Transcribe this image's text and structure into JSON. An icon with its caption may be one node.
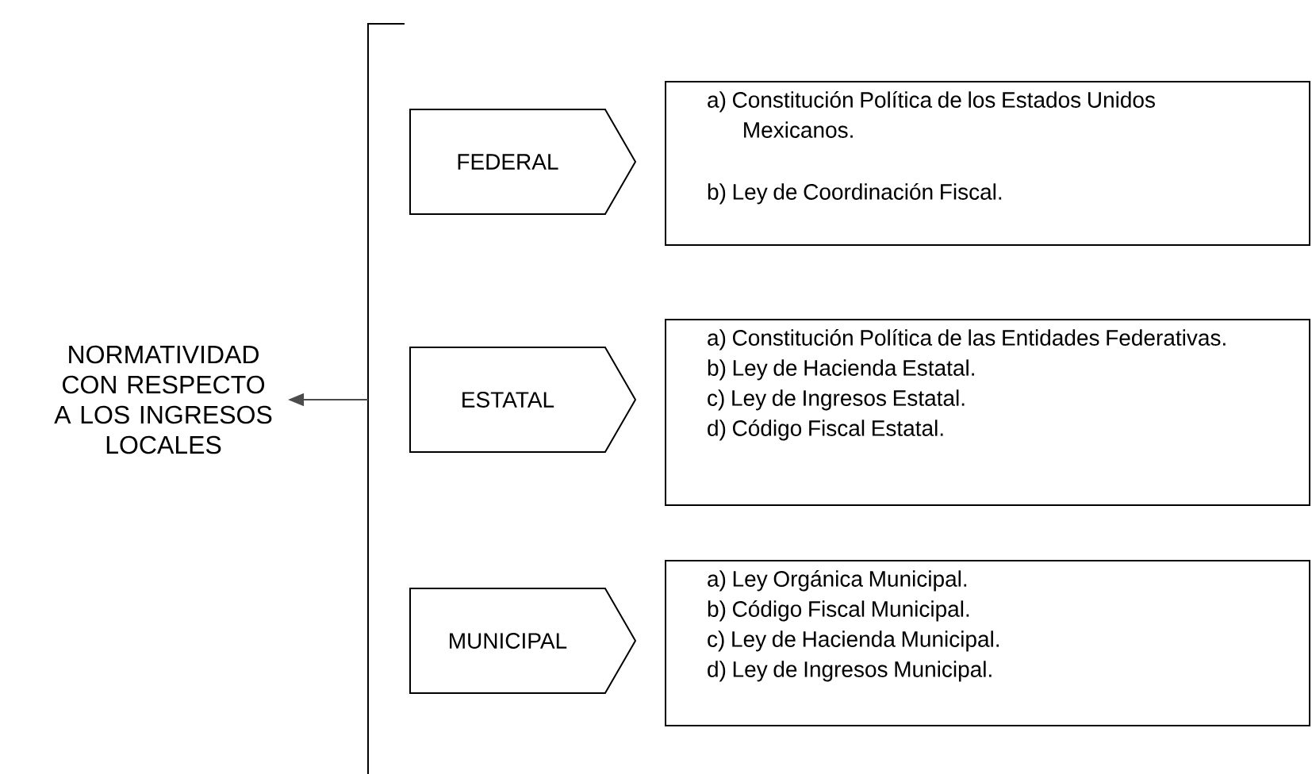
{
  "diagram": {
    "nodes": [
      {
        "text": [
          "NORMATIVIDAD CON RESPECTO A LOS INGRESOS LOCALES"
        ]
      },
      {
        "text": [],
        "shape": "bracket"
      },
      {
        "text": [
          "FEDERAL"
        ]
      },
      {
        "text": [
          "a) Constitución Política de los Estados Unidos Mexicanos.",
          "b) Ley de Coordinación Fiscal."
        ]
      },
      {
        "text": [
          "ESTATAL"
        ]
      },
      {
        "text": [
          "a) Constitución Política de las Entidades Federativas.",
          "b) Ley de Hacienda Estatal.",
          "c) Ley de Ingresos Estatal.",
          "d) Código Fiscal Estatal."
        ]
      },
      {
        "text": [
          "MUNICIPAL"
        ]
      },
      {
        "text": [
          "a) Ley Orgánica Municipal.",
          "b) Código Fiscal Municipal.",
          "c) Ley de Hacienda Municipal.",
          "d) Ley de Ingresos Municipal."
        ]
      }
    ],
    "edges": [
      {
        "from": 1,
        "to": 0,
        "arrow": "to"
      }
    ]
  }
}
